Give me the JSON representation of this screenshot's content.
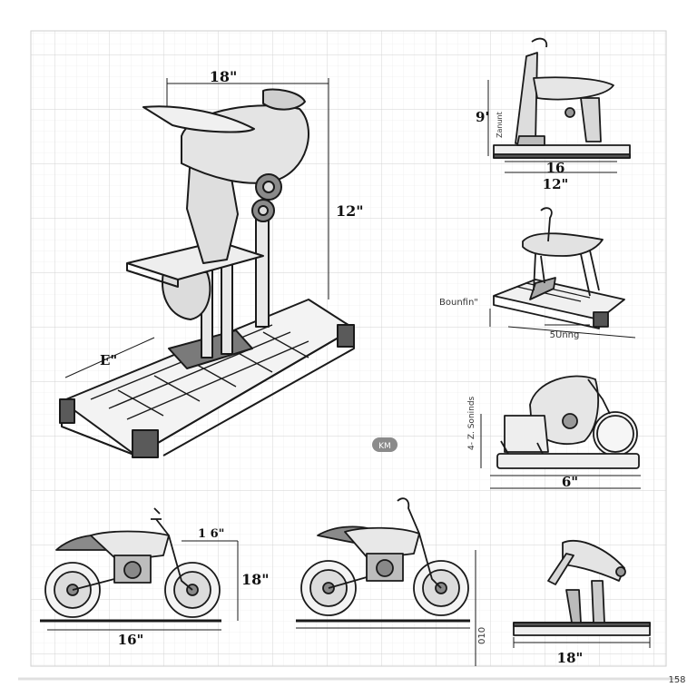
{
  "colors": {
    "paper": "#ffffff",
    "grid_minor": "#e6e6e6",
    "grid_major": "#cfcfcf",
    "ink": "#1a1a1a",
    "shade": "#9a9a9a"
  },
  "main_view": {
    "width_label": "18\"",
    "height_label": "12\"",
    "side_label": "E\""
  },
  "top_right_view": {
    "height_label": "9'",
    "side_text": "Zanunt",
    "width_label": "16",
    "base_label": "12\""
  },
  "middle_right_view": {
    "side_label": "Bounfin\"",
    "bottom_label": "5Unng"
  },
  "lower_right_view": {
    "side_text": "4- Z. Soninds",
    "width_label": "6\""
  },
  "bottom_left_view": {
    "top_label": "1 6\"",
    "height_label": "18\"",
    "width_label": "16\""
  },
  "bottom_middle_view": {
    "side_label": "010"
  },
  "bottom_right_view": {
    "width_label": "18\""
  },
  "center_badge": "KM",
  "corner_mark": "158"
}
